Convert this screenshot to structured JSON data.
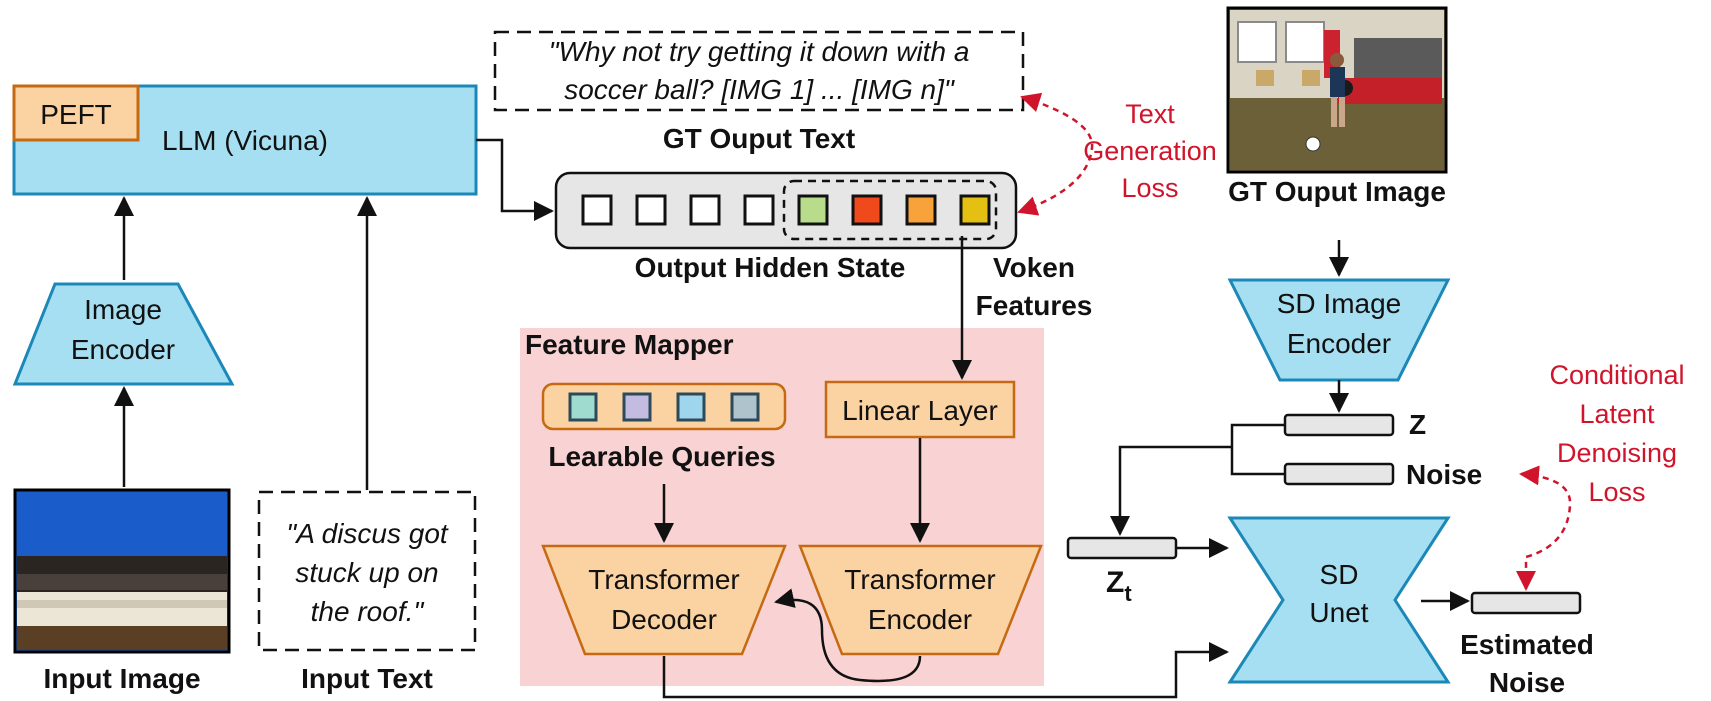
{
  "colors": {
    "blue": "#a6dff2",
    "blue_stroke": "#1b88b8",
    "orange": "#fbd3a3",
    "orange_stroke": "#c56a12",
    "pink_panel": "#f9d3d4",
    "gray_bar": "#e6e6e6",
    "loss_red": "#d0142c"
  },
  "llm": {
    "label": "LLM (Vicuna)",
    "peft": "PEFT"
  },
  "image_encoder": {
    "line1": "Image",
    "line2": "Encoder"
  },
  "input_image": {
    "caption": "Input Image",
    "scene": "roof-gutter-photo"
  },
  "input_text": {
    "line1": "\"A discus got",
    "line2": "stuck up on",
    "line3": "the roof.\"",
    "caption": "Input Text"
  },
  "gt_text": {
    "line1": "\"Why not try getting it down with a",
    "line2": "soccer ball? [IMG 1] ... [IMG n]\"",
    "caption": "GT Ouput Text"
  },
  "hidden_state": {
    "caption": "Output Hidden State",
    "voken_line1": "Voken",
    "voken_line2": "Features",
    "token_colors": [
      "#ffffff",
      "#ffffff",
      "#ffffff",
      "#ffffff",
      "#b8dc8a",
      "#f04a1c",
      "#f7a23b",
      "#e3c011"
    ]
  },
  "text_loss": {
    "line1": "Text",
    "line2": "Generation",
    "line3": "Loss"
  },
  "gt_image": {
    "caption": "GT Ouput Image",
    "scene": "boy-kicking-soccer-ball-photo"
  },
  "feature_mapper": {
    "title": "Feature Mapper",
    "queries_caption": "Learable Queries",
    "query_colors": [
      "#9fdccf",
      "#c3bce0",
      "#9fd6ee",
      "#aec3cc"
    ],
    "linear_layer": "Linear Layer",
    "decoder_line1": "Transformer",
    "decoder_line2": "Decoder",
    "encoder_line1": "Transformer",
    "encoder_line2": "Encoder"
  },
  "sd_encoder": {
    "line1": "SD Image",
    "line2": "Encoder"
  },
  "latents": {
    "z": "Z",
    "noise": "Noise",
    "zt_main": "Z",
    "zt_sub": "t"
  },
  "unet": {
    "line1": "SD",
    "line2": "Unet"
  },
  "estimated_noise": {
    "line1": "Estimated",
    "line2": "Noise"
  },
  "denoise_loss": {
    "line1": "Conditional",
    "line2": "Latent",
    "line3": "Denoising",
    "line4": "Loss"
  }
}
